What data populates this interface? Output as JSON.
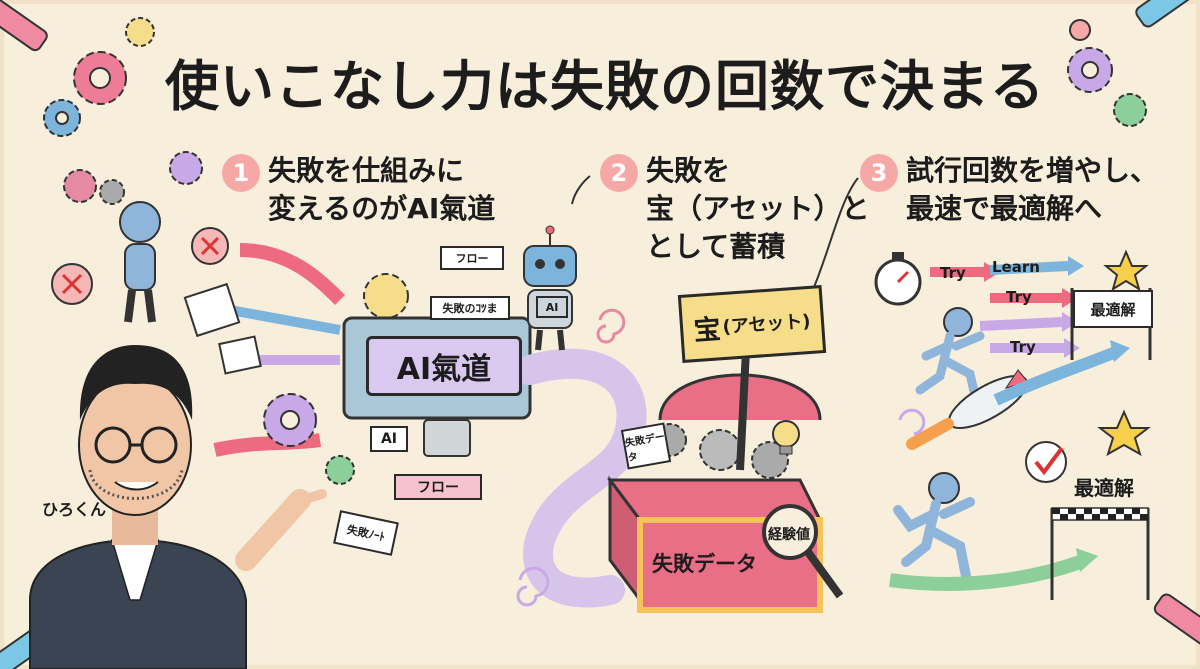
{
  "title": "使いこなし力は失敗の回数で決まる",
  "steps": [
    {
      "num": "1",
      "line1": "失敗を仕組みに",
      "line2": "変えるのがAI氣道"
    },
    {
      "num": "2",
      "line1": "失敗を",
      "line2": "宝（アセット）と",
      "line3": "として蓄積"
    },
    {
      "num": "3",
      "line1": "試行回数を増やし、",
      "line2": "最速で最適解へ"
    }
  ],
  "labels": {
    "ai_kido": "AI氣道",
    "flow_top": "フロー",
    "flow_bottom": "フロー",
    "failure_note": "失敗のｺﾂま",
    "ai_tag": "AI",
    "robot_badge": "AI",
    "paper_note": "失敗ﾉｰﾄ",
    "treasure_sign_main": "宝",
    "treasure_sign_sub": "(アセット)",
    "failure_data_card": "失敗データ",
    "chest_label": "失敗データ",
    "experience": "経験値",
    "try1": "Try",
    "learn": "Learn",
    "try2": "Try",
    "try3": "Try",
    "optimal_top": "最適解",
    "optimal_bottom": "最適解",
    "person_name": "ひろくん"
  },
  "colors": {
    "accent_pink": "#f5a8a6",
    "ai_purple": "#d9c8f0",
    "sign_yellow": "#f6dd8a",
    "chest_red": "#e96f86",
    "path_lavender": "#d7c4ea",
    "figure_blue": "#8fb6da"
  },
  "icons": [
    "gear-icon",
    "x-mark-icon",
    "stopwatch-icon",
    "star-icon",
    "lightbulb-icon",
    "magnifier-icon",
    "rocket-icon",
    "robot-icon",
    "treasure-chest-icon",
    "check-icon",
    "marker-pen-icon"
  ]
}
